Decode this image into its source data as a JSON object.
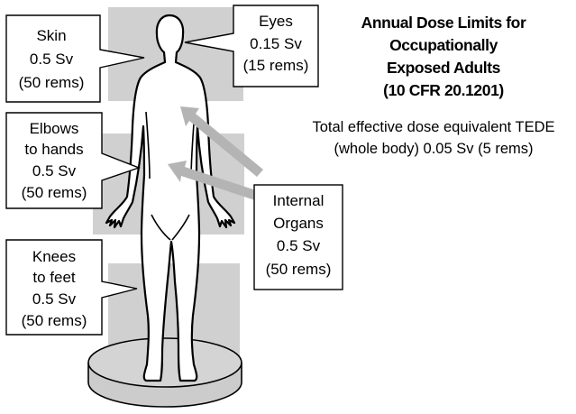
{
  "title": {
    "lines": [
      "Annual Dose Limits for",
      "Occupationally",
      "Exposed Adults",
      "(10 CFR 20.1201)"
    ]
  },
  "subtitle": {
    "lines": [
      "Total effective dose equivalent TEDE",
      "(whole body) 0.05 Sv (5 rems)"
    ]
  },
  "callouts": {
    "skin": {
      "lines": [
        "Skin",
        "0.5 Sv",
        "(50 rems)"
      ]
    },
    "eyes": {
      "lines": [
        "Eyes",
        "0.15 Sv",
        "(15 rems)"
      ]
    },
    "elbows": {
      "lines": [
        "Elbows",
        "to hands",
        "0.5 Sv",
        "(50 rems)"
      ]
    },
    "internal": {
      "lines": [
        "Internal",
        "Organs",
        "0.5 Sv",
        "(50 rems)"
      ]
    },
    "knees": {
      "lines": [
        "Knees",
        "to feet",
        "0.5 Sv",
        "(50 rems)"
      ]
    }
  },
  "colors": {
    "shade": "#d0d0d0",
    "arrow": "#b4b4b4",
    "outline": "#000000",
    "pedestal": "#cccccc"
  }
}
